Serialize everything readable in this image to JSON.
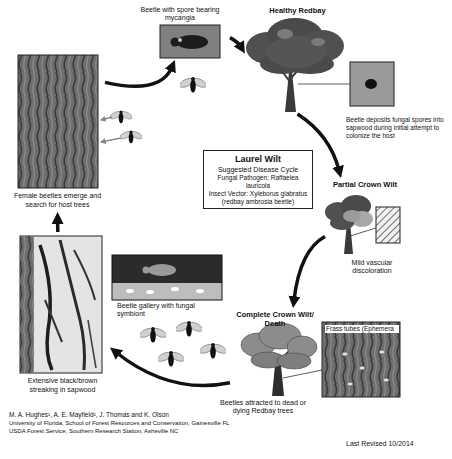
{
  "diagram": {
    "nodes": [
      {
        "text": [
          "Healthy Redbay"
        ]
      },
      {
        "text": [
          "Partial Crown Wilt"
        ]
      },
      {
        "text": [
          "Complete Crown Wilt/ Death"
        ]
      },
      {
        "text": [
          "Extensive black/brown streaking in sapwood"
        ]
      },
      {
        "text": [
          "Female beetles emerge and search for host trees"
        ]
      },
      {
        "text": [
          "Beetle with spore bearing mycangia"
        ]
      },
      {
        "text": [
          "Laurel Wilt",
          "Suggested Disease Cycle",
          "Fungal Pathogen: Raffaelea lauricola",
          "Insect Vector: Xyleborus glabratus (redbay ambrosia beetle)"
        ]
      }
    ],
    "edges": [
      {
        "from": 0,
        "to": 1,
        "arrow": "to"
      },
      {
        "from": 1,
        "to": 2,
        "arrow": "to"
      },
      {
        "from": 2,
        "to": 3,
        "arrow": "to"
      },
      {
        "from": 3,
        "to": 4,
        "arrow": "to"
      },
      {
        "from": 4,
        "to": 5,
        "arrow": "to"
      },
      {
        "from": 5,
        "to": 0,
        "arrow": "to"
      }
    ],
    "labels": [
      "Beetle deposits fungal spores into sapwood during initial attempt to colonize the host",
      "Mild vascular discoloration",
      "Beetle gallery with fungal symbiont",
      "Frass tubes (Ephemera",
      "Beetles attracted to dead or dying Redbay trees",
      "M. A. Hughes¹, A. E. Mayfield², J. Thomas and K. Olson",
      "University of Florida, School of Forest Resources and Conservation, Gainesville FL",
      "USDA Forest Service, Southern Research Station, Asheville NC",
      "Last Revised 10/2014"
    ]
  }
}
